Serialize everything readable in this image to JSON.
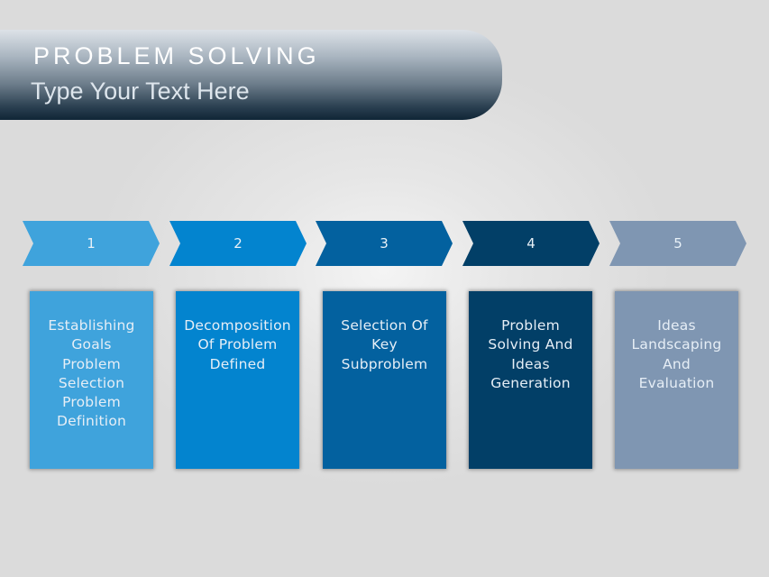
{
  "header": {
    "title": "PROBLEM SOLVING",
    "subtitle": "Type Your Text Here"
  },
  "steps": [
    {
      "number": "1",
      "color": "#3fa3dc",
      "lines": [
        "Establishing",
        "Goals",
        "Problem",
        "Selection",
        "Problem",
        "Definition"
      ]
    },
    {
      "number": "2",
      "color": "#0384cf",
      "lines": [
        "Decomposition",
        "Of Problem",
        "Defined"
      ]
    },
    {
      "number": "3",
      "color": "#03619f",
      "lines": [
        "Selection Of",
        "Key",
        "Subproblem"
      ]
    },
    {
      "number": "4",
      "color": "#023f67",
      "lines": [
        "Problem",
        "Solving And",
        "Ideas",
        "Generation"
      ]
    },
    {
      "number": "5",
      "color": "#7f96b2",
      "lines": [
        "Ideas",
        "Landscaping",
        "And",
        "Evaluation"
      ]
    }
  ]
}
